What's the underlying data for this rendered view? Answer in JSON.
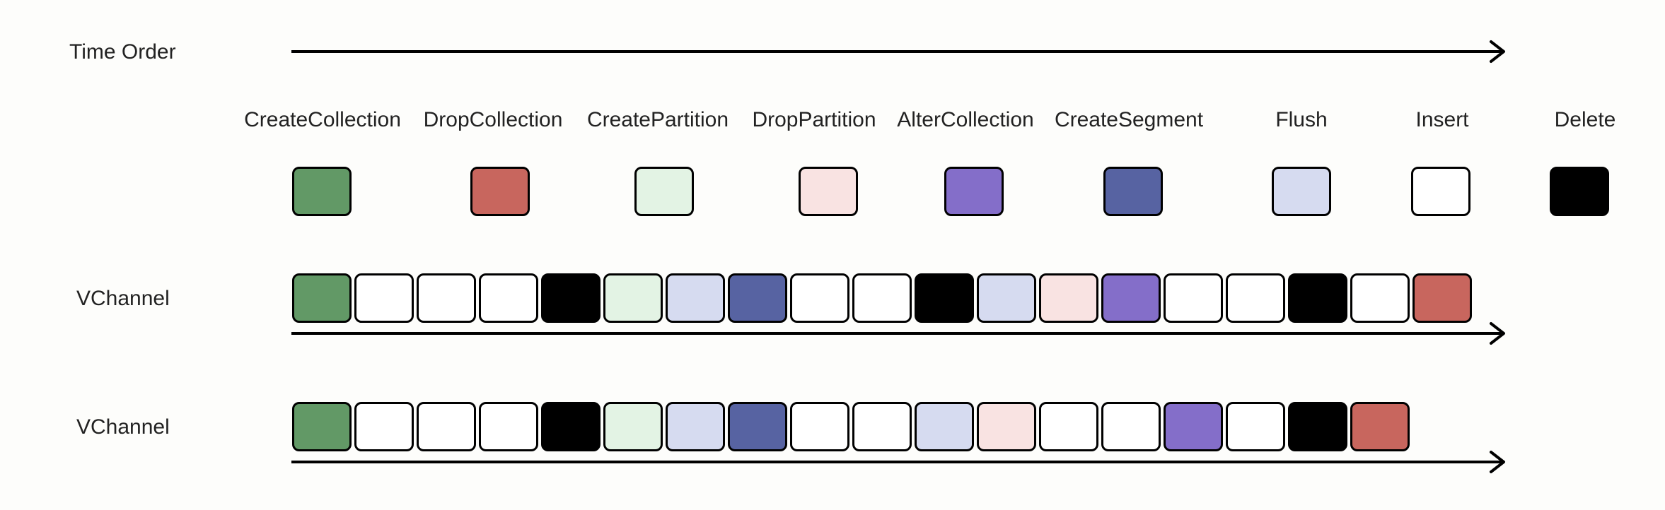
{
  "time_order_label": "Time Order",
  "legend": [
    {
      "key": "create_collection",
      "label": "CreateCollection",
      "color": "#629966"
    },
    {
      "key": "drop_collection",
      "label": "DropCollection",
      "color": "#c8665e"
    },
    {
      "key": "create_partition",
      "label": "CreatePartition",
      "color": "#e3f3e4"
    },
    {
      "key": "drop_partition",
      "label": "DropPartition",
      "color": "#f9e3e2"
    },
    {
      "key": "alter_collection",
      "label": "AlterCollection",
      "color": "#846ec9"
    },
    {
      "key": "create_segment",
      "label": "CreateSegment",
      "color": "#5763a2"
    },
    {
      "key": "flush",
      "label": "Flush",
      "color": "#d6dbf0"
    },
    {
      "key": "insert",
      "label": "Insert",
      "color": "#ffffff"
    },
    {
      "key": "delete",
      "label": "Delete",
      "color": "#000000"
    }
  ],
  "channels": [
    {
      "label": "VChannel",
      "sequence": [
        "create_collection",
        "insert",
        "insert",
        "insert",
        "delete",
        "create_partition",
        "flush",
        "create_segment",
        "insert",
        "insert",
        "delete",
        "flush",
        "drop_partition",
        "alter_collection",
        "insert",
        "insert",
        "delete",
        "insert",
        "drop_collection"
      ]
    },
    {
      "label": "VChannel",
      "sequence": [
        "create_collection",
        "insert",
        "insert",
        "insert",
        "delete",
        "create_partition",
        "flush",
        "create_segment",
        "insert",
        "insert",
        "flush",
        "drop_partition",
        "insert",
        "insert",
        "alter_collection",
        "insert",
        "delete",
        "drop_collection"
      ]
    }
  ]
}
